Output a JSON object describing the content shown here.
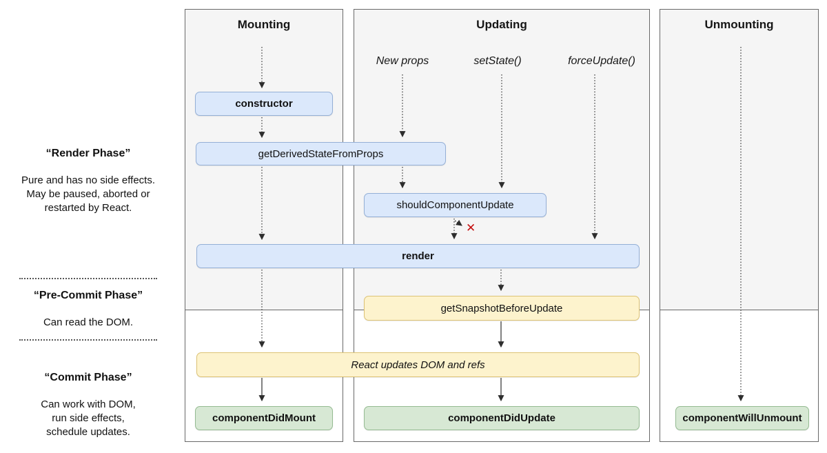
{
  "sidebar": {
    "render_phase": {
      "title": "“Render Phase”",
      "body": "Pure and has no side effects.\nMay be paused, aborted or\nrestarted by React."
    },
    "pre_commit_phase": {
      "title": "“Pre-Commit Phase”",
      "body": "Can read the DOM."
    },
    "commit_phase": {
      "title": "“Commit Phase”",
      "body": "Can work with DOM,\nrun side effects,\nschedule updates."
    }
  },
  "columns": {
    "mounting": {
      "title": "Mounting"
    },
    "updating": {
      "title": "Updating",
      "triggers": {
        "new_props": "New props",
        "set_state": "setState()",
        "force_update": "forceUpdate()"
      }
    },
    "unmounting": {
      "title": "Unmounting"
    }
  },
  "lifecycle": {
    "constructor_box": "constructor",
    "get_derived_state_from_props": "getDerivedStateFromProps",
    "should_component_update": "shouldComponentUpdate",
    "render": "render",
    "get_snapshot_before_update": "getSnapshotBeforeUpdate",
    "react_updates_dom": "React updates DOM and refs",
    "component_did_mount": "componentDidMount",
    "component_did_update": "componentDidUpdate",
    "component_will_unmount": "componentWillUnmount"
  },
  "symbols": {
    "cancel_x": "✕"
  },
  "colors": {
    "box_blue": "#dbe8fb",
    "box_yellow": "#fdf3cd",
    "box_green": "#d7e8d4",
    "cancel_red": "#c40f0f",
    "phase_bg": "#f5f5f5"
  }
}
